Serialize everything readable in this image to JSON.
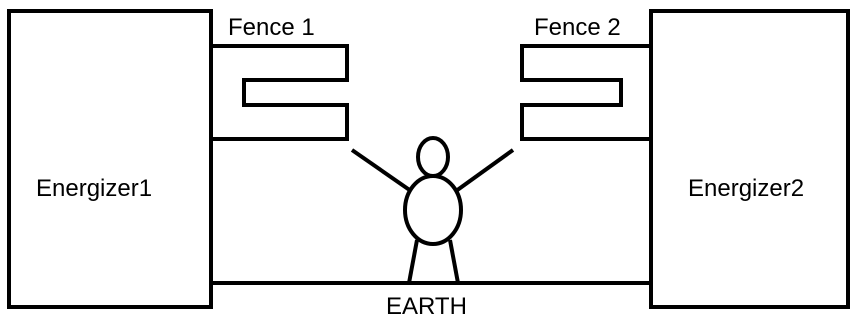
{
  "labels": {
    "energizer1": "Energizer1",
    "energizer2": "Energizer2",
    "fence1": "Fence 1",
    "fence2": "Fence 2",
    "earth": "EARTH"
  },
  "colors": {
    "stroke": "#000000",
    "background": "#ffffff"
  }
}
